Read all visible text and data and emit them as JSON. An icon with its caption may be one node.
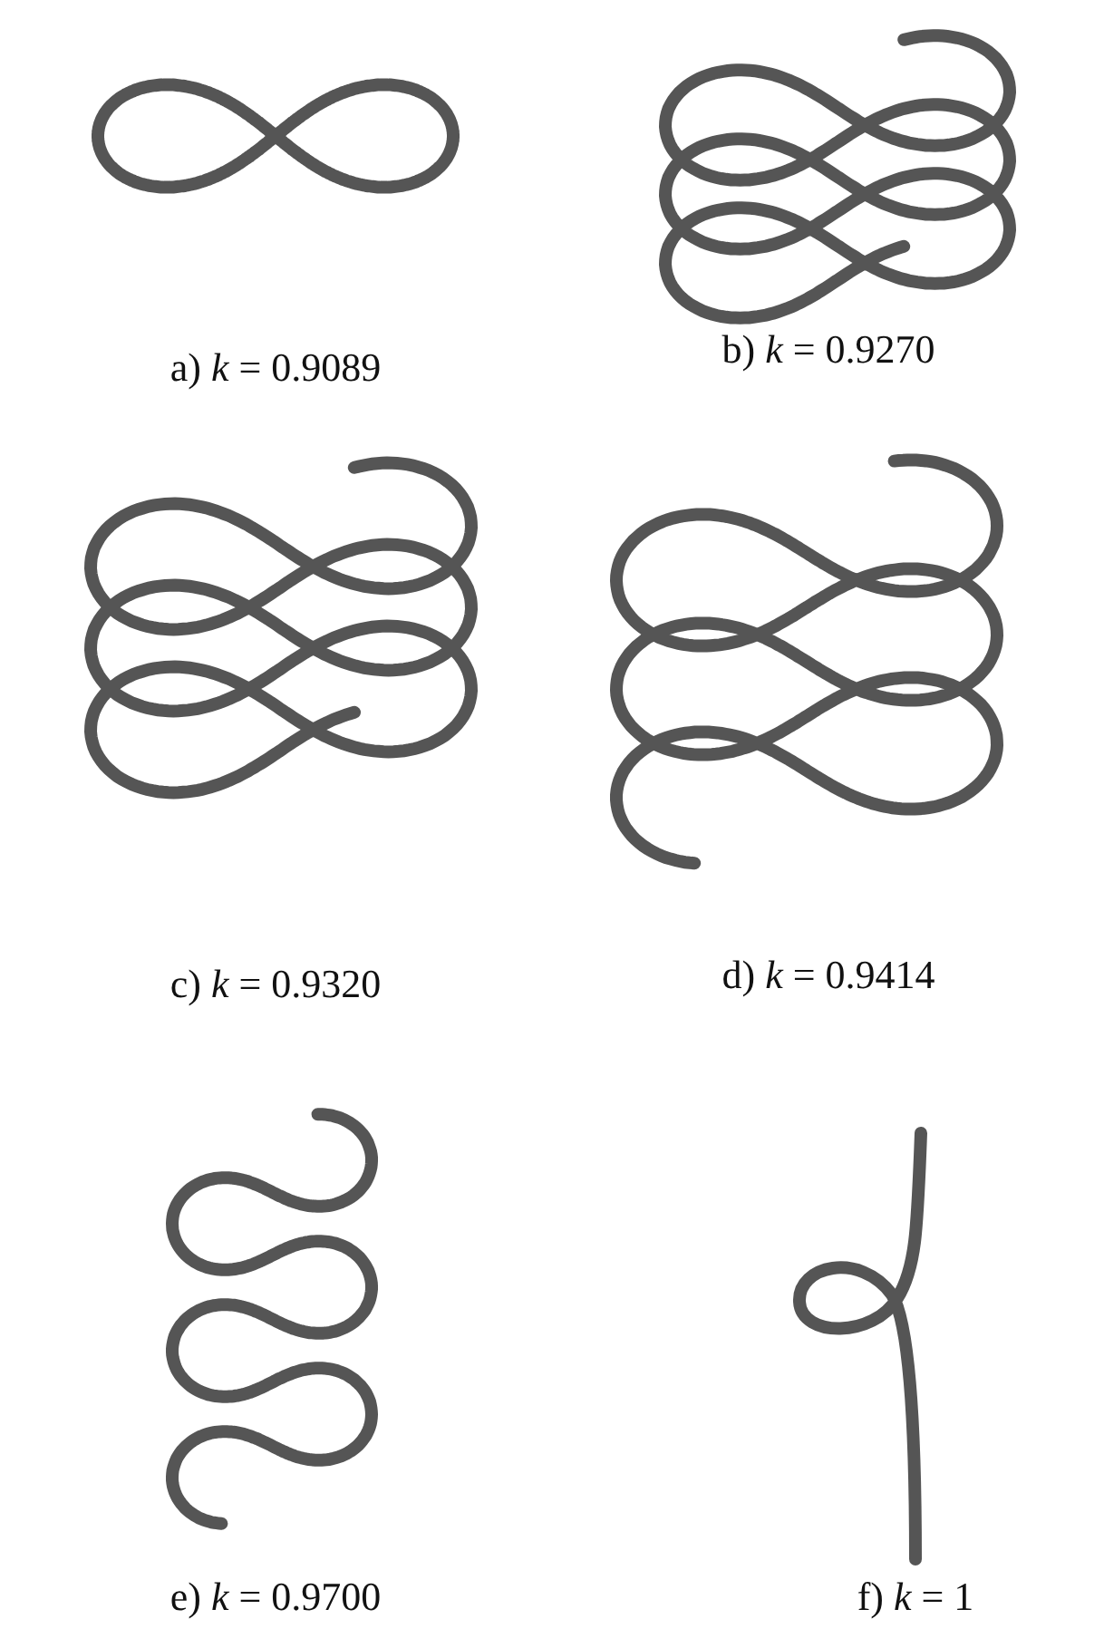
{
  "diagram": {
    "labels": [
      "a) *k* = 0.9089",
      "b) *k* = 0.9270",
      "c) *k* = 0.9320",
      "d) *k* = 0.9414",
      "e) *k* = 0.9700",
      "f) *k* = 1"
    ]
  }
}
